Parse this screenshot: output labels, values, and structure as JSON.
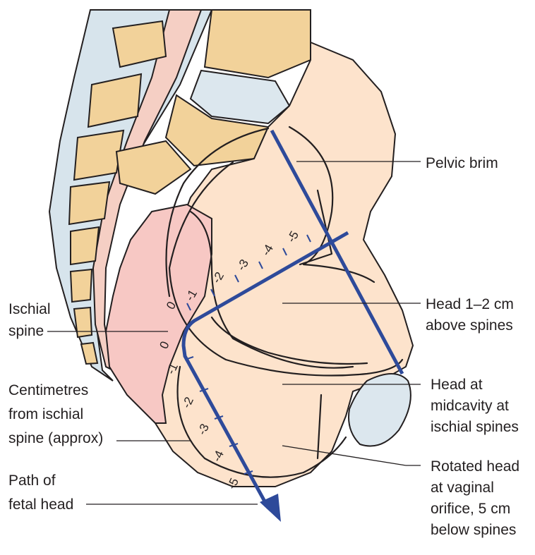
{
  "labels": {
    "pelvic_brim": "Pelvic brim",
    "head_above_1": "Head 1–2 cm",
    "head_above_2": "above spines",
    "head_mid_1": "Head at",
    "head_mid_2": "midcavity at",
    "head_mid_3": "ischial spines",
    "rotated_1": "Rotated head",
    "rotated_2": "at vaginal",
    "rotated_3": "orifice, 5 cm",
    "rotated_4": "below spines",
    "ischial_1": "Ischial",
    "ischial_2": "spine",
    "cm_1": "Centimetres",
    "cm_2": "from ischial",
    "cm_3": "spine (approx)",
    "path_1": "Path of",
    "path_2": "fetal head"
  },
  "upper_scale": [
    "0",
    "-1",
    "-2",
    "-3",
    "-4",
    "-5"
  ],
  "lower_scale": [
    "0",
    "-1",
    "-2",
    "-3",
    "-4",
    "-5"
  ],
  "colors": {
    "path": "#2e4a9a",
    "skin": "#fde3cc",
    "fetal_head": "#f7c8c4",
    "bone": "#f2d29a",
    "bone_dots": "#c8864a",
    "tissue": "#d7e4ec",
    "cord": "#f5cfc4",
    "bladder": "#dce7ee"
  }
}
